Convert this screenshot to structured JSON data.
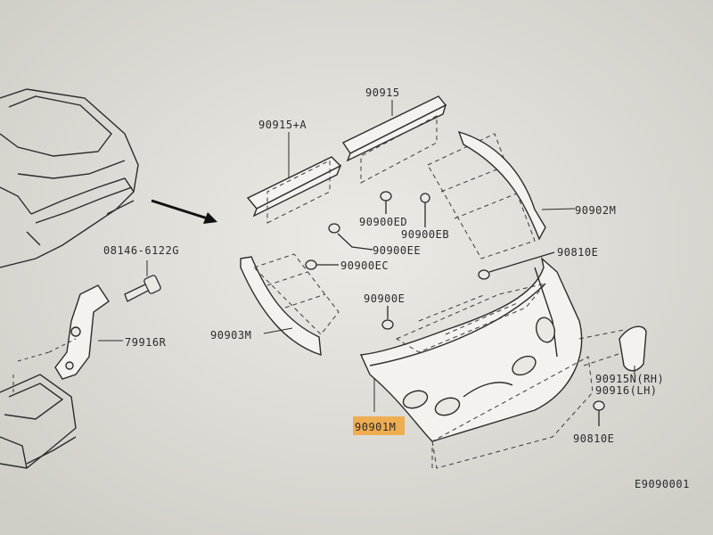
{
  "diagram": {
    "callouts": {
      "p90915": "90915",
      "p90915a": "90915+A",
      "p90902m": "90902M",
      "p90900ed": "90900ED",
      "p90900eb": "90900EB",
      "p90900ee": "90900EE",
      "p90900ec": "90900EC",
      "p90810e_top": "90810E",
      "p90900e": "90900E",
      "p90903m": "90903M",
      "p90901m": "90901M",
      "p90915n": "90915N(RH)",
      "p90916": "90916(LH)",
      "p90810e_bottom": "90810E",
      "p08146": "08146-6122G",
      "p79916r": "79916R"
    },
    "figure_code": "E9090001",
    "highlight_color": "#f2a43a"
  }
}
